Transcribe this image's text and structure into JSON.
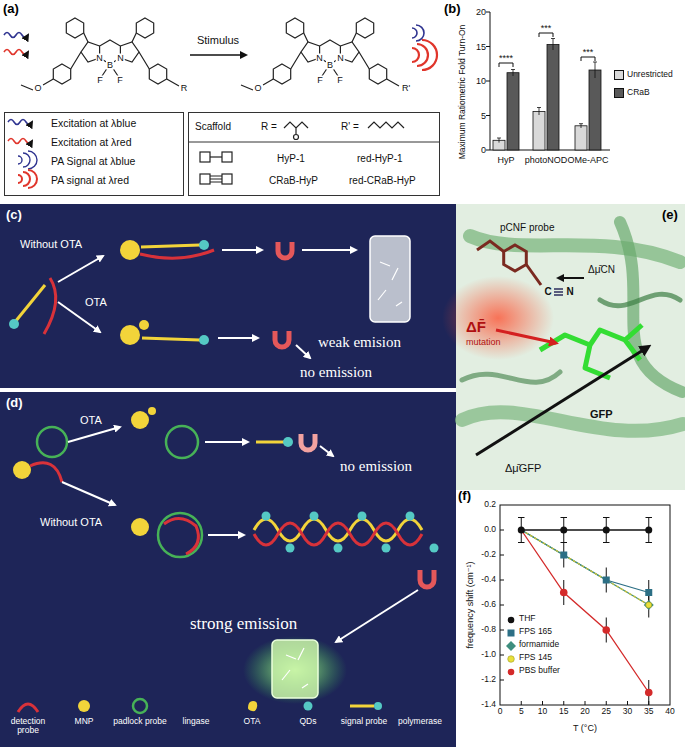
{
  "diagram": {
    "nodes": [
      {
        "text": [
          "Excitation at λblue",
          "Excitation at λred",
          "PA Signal at λblue",
          "PA signal at λred"
        ]
      },
      {
        "text": [
          "Scaffold",
          "R =",
          "R' =",
          "HyP-1",
          "red-HyP-1",
          "CRaB-HyP",
          "red-CRaB-HyP"
        ]
      },
      {
        "text": [
          "Without OTA",
          "OTA",
          "weak emision",
          "no emission"
        ]
      },
      {
        "text": [
          "OTA",
          "no emission",
          "Without OTA",
          "strong emission"
        ]
      }
    ],
    "labels": [
      "(a)",
      "N",
      "N",
      "B",
      "F",
      "F",
      "O",
      "R",
      "Stimulus",
      "N",
      "N",
      "B",
      "F",
      "F",
      "O",
      "R'",
      "(b)",
      "Maximum Ratiometric Fold Turn-On",
      "0",
      "5",
      "10",
      "15",
      "20",
      "****",
      "***",
      "***",
      "HyP",
      "photoNOD",
      "OMe-APC",
      "(c)",
      "(d)",
      "(e)",
      "pCNF probe",
      "C",
      "N",
      "Δμ̄CN",
      "ΔF̄",
      "mutation",
      "GFP",
      "Δμ̄GFP",
      "(f)",
      "0.2",
      "0.0",
      "-0.2",
      "-0.4",
      "-0.6",
      "-0.8",
      "-1.0",
      "-1.2",
      "-1.4",
      "0",
      "5",
      "10",
      "15",
      "20",
      "25",
      "30",
      "35",
      "40",
      "frequency shift (cm⁻¹)",
      "T (°C)"
    ],
    "legend": [
      {
        "text": "Unrestricted",
        "color": "#d9d9d9"
      },
      {
        "text": "CRaB",
        "color": "#595959"
      },
      {
        "text": "detection probe"
      },
      {
        "text": "MNP"
      },
      {
        "text": "padlock probe"
      },
      {
        "text": "lingase"
      },
      {
        "text": "OTA"
      },
      {
        "text": "QDs"
      },
      {
        "text": "signal probe"
      },
      {
        "text": "polymerase"
      },
      {
        "text": "THF"
      },
      {
        "text": "FPS 165"
      },
      {
        "text": "formamide"
      },
      {
        "text": "FPS 145"
      },
      {
        "text": "PBS buffer"
      }
    ]
  }
}
